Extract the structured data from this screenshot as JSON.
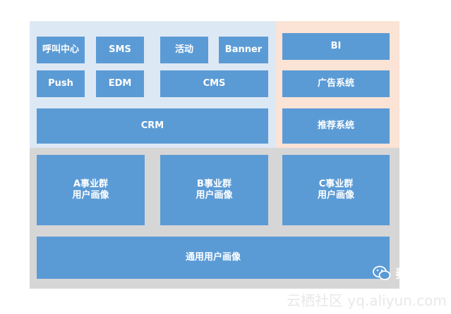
{
  "colors": {
    "box": "#5b9bd5",
    "blue_panel": "#dde8f5",
    "peach_panel": "#fbe3d6",
    "gray_panel": "#d6d6d6"
  },
  "channels": {
    "call_center": "呼叫中心",
    "sms": "SMS",
    "campaign": "活动",
    "banner": "Banner",
    "push": "Push",
    "edm": "EDM",
    "cms": "CMS",
    "crm": "CRM"
  },
  "analytics": {
    "bi": "BI",
    "ad_system": "广告系统",
    "recommend_system": "推荐系统"
  },
  "profiles": {
    "a": {
      "line1": "A事业群",
      "line2": "用户画像"
    },
    "b": {
      "line1": "B事业群",
      "line2": "用户画像"
    },
    "c": {
      "line1": "C事业群",
      "line2": "用户画像"
    },
    "general": "通用用户画像"
  },
  "signature": {
    "icon": "wechat-icon",
    "author": "秦路"
  },
  "watermark": "云栖社区 yq.aliyun.com"
}
